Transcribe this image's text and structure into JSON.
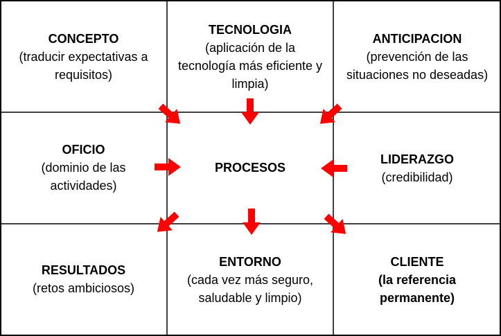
{
  "cells": {
    "concepto": {
      "title": "CONCEPTO",
      "lines": [
        "(traducir expectativas a",
        "requisitos)"
      ]
    },
    "tecnologia": {
      "title": "TECNOLOGIA",
      "lines": [
        "(aplicación de la",
        "tecnología más eficiente y",
        "limpia)"
      ]
    },
    "anticipacion": {
      "title": "ANTICIPACION",
      "lines": [
        "(prevención de las",
        "situaciones no deseadas)"
      ]
    },
    "oficio": {
      "title": "OFICIO",
      "lines": [
        "(dominio de las",
        "actividades)"
      ]
    },
    "procesos": {
      "title": "PROCESOS"
    },
    "liderazgo": {
      "title": "LIDERAZGO",
      "lines": [
        "(credibilidad)"
      ]
    },
    "resultados": {
      "title": "RESULTADOS",
      "lines": [
        "(retos ambiciosos)"
      ]
    },
    "entorno": {
      "title": "ENTORNO",
      "lines": [
        "(cada vez más seguro,",
        "saludable y limpio)"
      ]
    },
    "cliente": {
      "title": "CLIENTE",
      "lines": [
        "(la referencia",
        "permanente)"
      ]
    }
  },
  "colors": {
    "arrow": "#ff0000",
    "border": "#000000",
    "background": "#ffffff"
  }
}
